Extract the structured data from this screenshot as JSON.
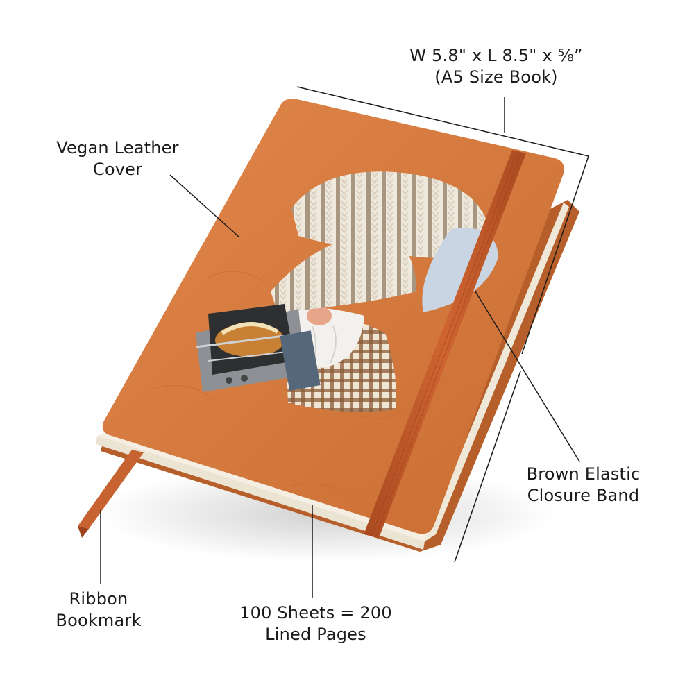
{
  "annotations": {
    "dimensions": {
      "line1": "W 5.8\" x L 8.5\" x ⅝”",
      "line2": "(A5 Size Book)"
    },
    "cover": {
      "line1": "Vegan Leather",
      "line2": "Cover"
    },
    "band": {
      "line1": "Brown Elastic",
      "line2": "Closure Band"
    },
    "ribbon": {
      "line1": "Ribbon",
      "line2": "Bookmark"
    },
    "pages": {
      "line1": "100 Sheets = 200",
      "line2": "Lined Pages"
    }
  },
  "colors": {
    "cover": "#d57a3f",
    "cover_shadow": "#b65f2b",
    "elastic_band": "#c35a2a",
    "ribbon": "#c76331",
    "pages": "#f4efe2",
    "leader_line": "#1a1a1a"
  },
  "illustration": {
    "subject": "gnome-baker-with-knit-chef-hat-and-toaster-oven-icon"
  }
}
